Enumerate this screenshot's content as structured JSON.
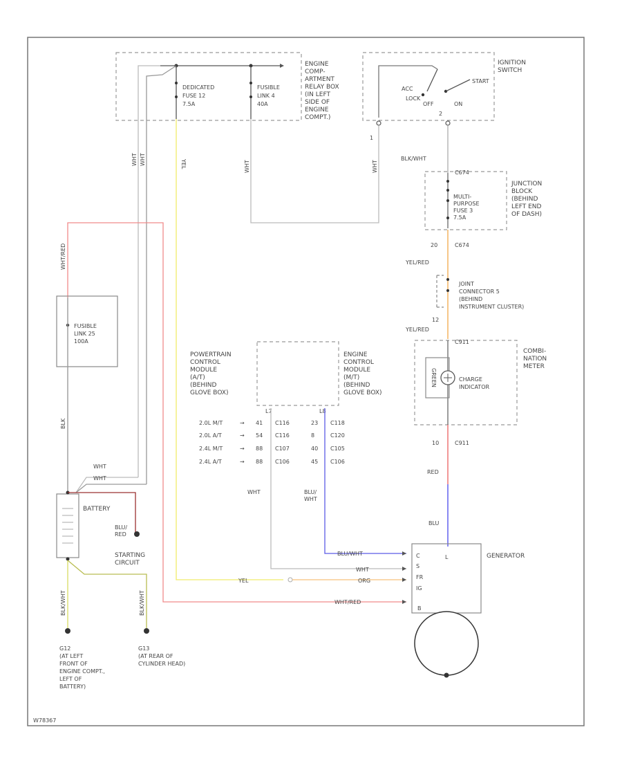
{
  "engine_box": {
    "fuse12_lines": [
      "DEDICATED",
      "FUSE 12",
      "7.5A"
    ],
    "link4_lines": [
      "FUSIBLE",
      "LINK 4",
      "40A"
    ],
    "label_lines": [
      "ENGINE",
      "COMP-",
      "ARTMENT",
      "RELAY BOX",
      "(IN LEFT",
      "SIDE OF",
      "ENGINE",
      "COMPT.)"
    ]
  },
  "ignition": {
    "label_lines": [
      "IGNITION",
      "SWITCH"
    ],
    "acc": "ACC",
    "lock": "LOCK",
    "off": "OFF",
    "on": "ON",
    "start": "START",
    "pin": "1",
    "pin2": "2"
  },
  "junction": {
    "conn_top": "C674",
    "label_lines": [
      "JUNCTION",
      "BLOCK",
      "(BEHIND",
      "LEFT END",
      "OF DASH)"
    ],
    "fuse_lines": [
      "MULTI-",
      "PURPOSE",
      "FUSE 3",
      "7.5A"
    ],
    "pin_bottom": "20",
    "conn_bottom": "C674"
  },
  "joint": {
    "label_lines": [
      "JOINT",
      "CONNECTOR 5",
      "(BEHIND",
      "INSTRUMENT CLUSTER)"
    ],
    "pin": "12"
  },
  "meter": {
    "conn_top": "C911",
    "label_lines": [
      "COMBI-",
      "NATION",
      "METER"
    ],
    "indicator_lines": [
      "CHARGE",
      "INDICATOR"
    ],
    "side": "GREEN",
    "pin": "10",
    "conn_bottom": "C911"
  },
  "pcm": {
    "left_lines": [
      "POWERTRAIN",
      "CONTROL",
      "MODULE",
      "(A/T)",
      "(BEHIND",
      "GLOVE BOX)"
    ],
    "right_lines": [
      "ENGINE",
      "CONTROL",
      "MODULE",
      "(M/T)",
      "(BEHIND",
      "GLOVE BOX)"
    ],
    "pin_left": "L7",
    "pin_right": "L8"
  },
  "pin_table": [
    {
      "model": "2.0L M/T",
      "p1": "41",
      "c1": "C116",
      "p2": "23",
      "c2": "C118"
    },
    {
      "model": "2.0L A/T",
      "p1": "54",
      "c1": "C116",
      "p2": "8",
      "c2": "C120"
    },
    {
      "model": "2.4L M/T",
      "p1": "88",
      "c1": "C107",
      "p2": "40",
      "c2": "C105"
    },
    {
      "model": "2.4L A/T",
      "p1": "88",
      "c1": "C106",
      "p2": "45",
      "c2": "C106"
    }
  ],
  "wires": {
    "wht1": "WHT",
    "wht2": "WHT",
    "yel": "YEL",
    "wht_v3": "WHT",
    "wht_v4": "WHT",
    "blk_wht": "BLK/WHT",
    "yel_red1": "YEL/RED",
    "yel_red2": "YEL/RED",
    "red": "RED",
    "blu": "BLU",
    "wht_red_v": "WHT/RED",
    "blk": "BLK",
    "wht_h1": "WHT",
    "wht_h2": "WHT",
    "wht_pcm": "WHT",
    "blu_wht": [
      "BLU/",
      "WHT"
    ],
    "blu_red": [
      "BLU/",
      "RED"
    ],
    "blu_wht_h": "BLU/WHT",
    "wht_h3": "WHT",
    "yel_h": "YEL",
    "org": "ORG",
    "wht_red_h": "WHT/RED",
    "blk_g1": "BLK/WHT",
    "blk_g2": "BLK/WHT"
  },
  "fusible_link": [
    "FUSIBLE",
    "LINK 25",
    "100A"
  ],
  "battery": "BATTERY",
  "starting": [
    "STARTING",
    "CIRCUIT"
  ],
  "generator": {
    "label": "GENERATOR",
    "pins": [
      "C",
      "S",
      "FR",
      "IG",
      "B",
      "L"
    ]
  },
  "grounds": {
    "g1_lines": [
      "G12",
      "(AT LEFT",
      "FRONT OF",
      "ENGINE COMPT.,",
      "LEFT OF",
      "BATTERY)"
    ],
    "g2_lines": [
      "G13",
      "(AT REAR OF",
      "CYLINDER HEAD)"
    ]
  },
  "diagram_id": "W78367"
}
